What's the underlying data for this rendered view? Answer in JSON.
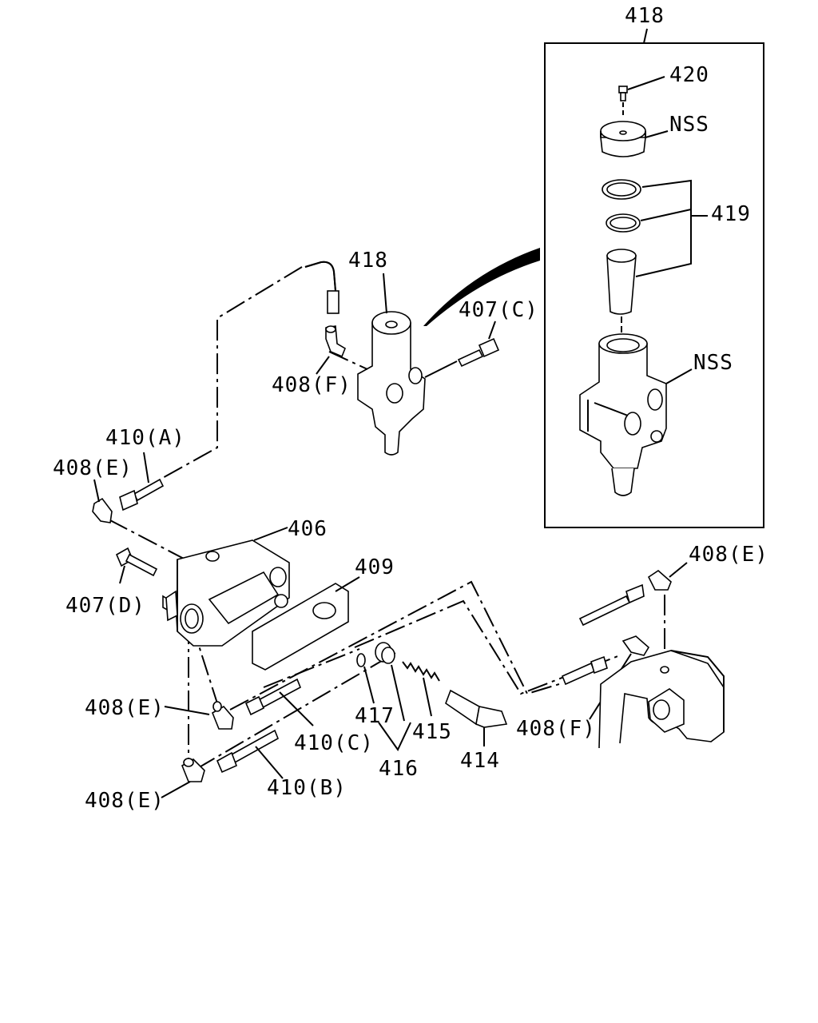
{
  "labels": {
    "assembly_418_top": "418",
    "part_420": "420",
    "nss_cap": "NSS",
    "part_419": "419",
    "nss_body": "NSS",
    "part_418": "418",
    "part_407c": "407(C)",
    "part_408f_top": "408(F)",
    "part_410a": "410(A)",
    "part_408e_left": "408(E)",
    "part_406": "406",
    "part_409": "409",
    "part_407d": "407(D)",
    "part_408e_right": "408(E)",
    "part_408e_mid": "408(E)",
    "part_410c": "410(C)",
    "part_417": "417",
    "part_415": "415",
    "part_408f_right": "408(F)",
    "part_414": "414",
    "part_416": "416",
    "part_410b": "410(B)",
    "part_408e_bottom": "408(E)"
  }
}
